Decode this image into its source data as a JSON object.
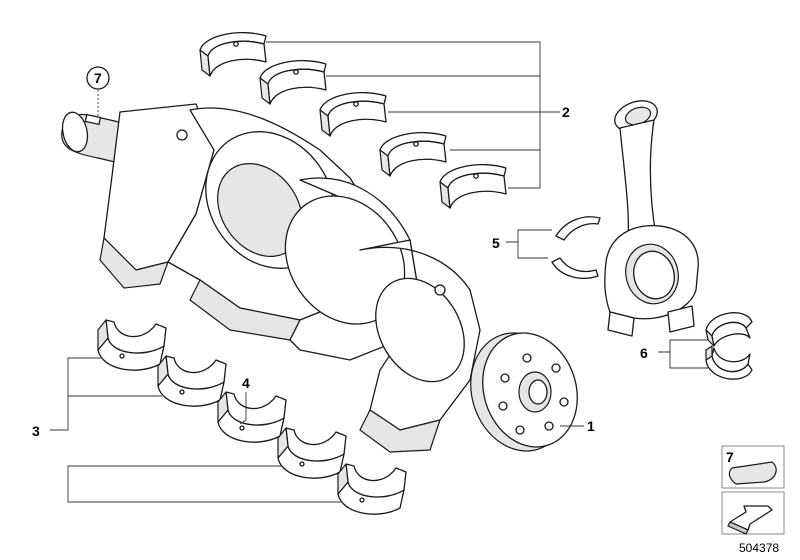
{
  "callouts": {
    "crankshaft": "1",
    "upper_bearing_shells": "2",
    "lower_bearing_shells": "3",
    "thrust_bearing_shell": "4",
    "thrust_washers": "5",
    "rod_bearing_shells": "6",
    "woodruff_key": "7"
  },
  "legend": {
    "key_number": "7"
  },
  "catalog_number": "504378",
  "colors": {
    "line": "#1a1a1a",
    "shade": "#e6e6e6",
    "background": "#ffffff"
  }
}
